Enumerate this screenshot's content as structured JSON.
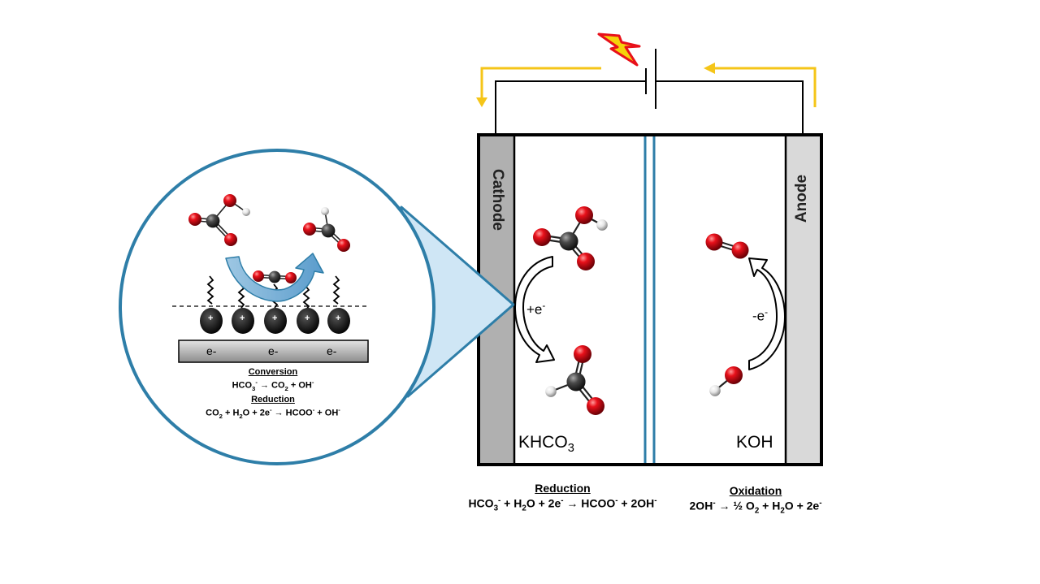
{
  "cell": {
    "cathode_label": "Cathode",
    "anode_label": "Anode",
    "catholyte": {
      "text": "KHCO",
      "sub": "3"
    },
    "anolyte": "KOH",
    "cathode_transfer": {
      "text": "+e",
      "sup": "-"
    },
    "anode_transfer": {
      "text": "-e",
      "sup": "-"
    }
  },
  "equations": {
    "reduction": {
      "heading": "Reduction",
      "parts": [
        {
          "t": "HCO"
        },
        {
          "sub": "3"
        },
        {
          "sup": "-"
        },
        {
          "t": " + H"
        },
        {
          "sub": "2"
        },
        {
          "t": "O + 2e"
        },
        {
          "sup": "-"
        },
        {
          "t": " → HCOO"
        },
        {
          "sup": "-"
        },
        {
          "t": " + 2OH"
        },
        {
          "sup": "-"
        }
      ]
    },
    "oxidation": {
      "heading": "Oxidation",
      "parts": [
        {
          "t": "2OH"
        },
        {
          "sup": "-"
        },
        {
          "t": " → ½ O"
        },
        {
          "sub": "2"
        },
        {
          "t": " + H"
        },
        {
          "sub": "2"
        },
        {
          "t": "O + 2e"
        },
        {
          "sup": "-"
        }
      ]
    }
  },
  "inset": {
    "electron_labels": [
      "e-",
      "e-",
      "e-"
    ],
    "charge_symbol": "+",
    "conversion": {
      "heading": "Conversion",
      "parts": [
        {
          "t": "HCO"
        },
        {
          "sub": "3"
        },
        {
          "sup": "-"
        },
        {
          "t": " →  CO"
        },
        {
          "sub": "2"
        },
        {
          "t": " + OH"
        },
        {
          "sup": "-"
        }
      ]
    },
    "reduction": {
      "heading": "Reduction",
      "parts": [
        {
          "t": "CO"
        },
        {
          "sub": "2"
        },
        {
          "t": " + H"
        },
        {
          "sub": "2"
        },
        {
          "t": "O + 2e"
        },
        {
          "sup": "-"
        },
        {
          "t": " → HCOO"
        },
        {
          "sup": "-"
        },
        {
          "t": " + OH"
        },
        {
          "sup": "-"
        }
      ]
    }
  },
  "colors": {
    "oxygen_atom": "#e8101a",
    "carbon_atom": "#4a4a4a",
    "hydrogen_atom": "#e6e6e6",
    "membrane": "#2e7ea8",
    "inset_ring": "#2e7ea8",
    "current_arrow": "#f5c518",
    "electrode": "#b0b0b0"
  },
  "icons": [
    "lightning-bolt-icon",
    "battery-symbol-icon"
  ]
}
